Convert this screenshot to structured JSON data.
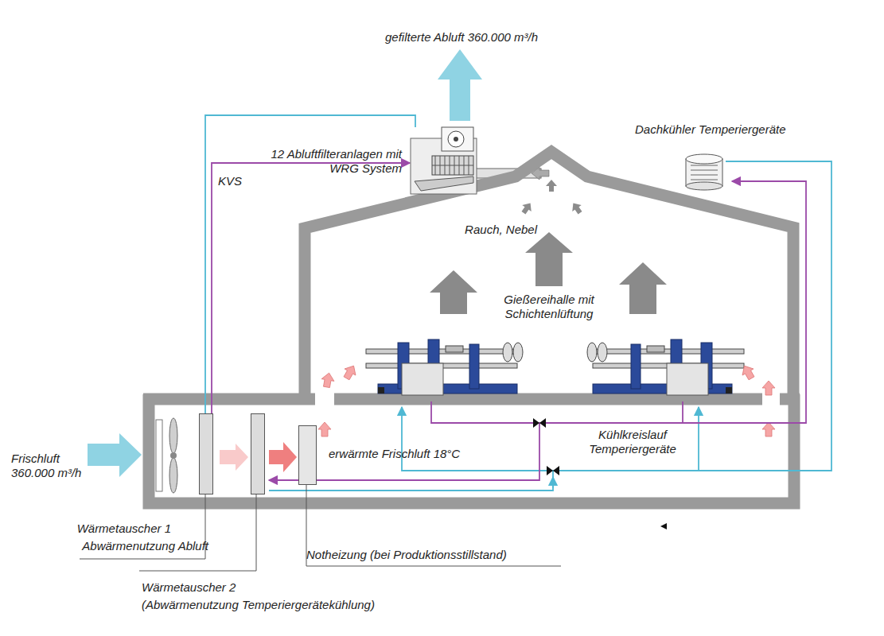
{
  "diagram": {
    "nodes": [
      {
        "text": [
          "12 Abluftfilteranlagen mit WRG System"
        ]
      },
      {
        "text": [
          "Dachkühler Temperiergeräte"
        ]
      },
      {
        "text": [
          "Wärmetauscher 1",
          "Abwärmenutzung Abluft"
        ]
      },
      {
        "text": [
          "Wärmetauscher 2",
          "(Abwärmenutzung Temperiergerätekühlung)"
        ]
      },
      {
        "text": [
          "Notheizung (bei Produktionsstillstand)"
        ]
      }
    ],
    "edges": [
      {
        "from": 2,
        "to": 0,
        "arrow": "none"
      },
      {
        "from": 2,
        "to": 0,
        "arrow": "to",
        "label": "KVS"
      }
    ],
    "labels": [
      "gefilterte Abluft 360.000 m³/h",
      "Rauch, Nebel",
      "Gießereihalle mit Schichtenlüftung",
      "Kühlkreislauf Temperiergeräte",
      "erwärmte Frischluft 18°C",
      "Frischluft 360.000 m³/h"
    ]
  }
}
